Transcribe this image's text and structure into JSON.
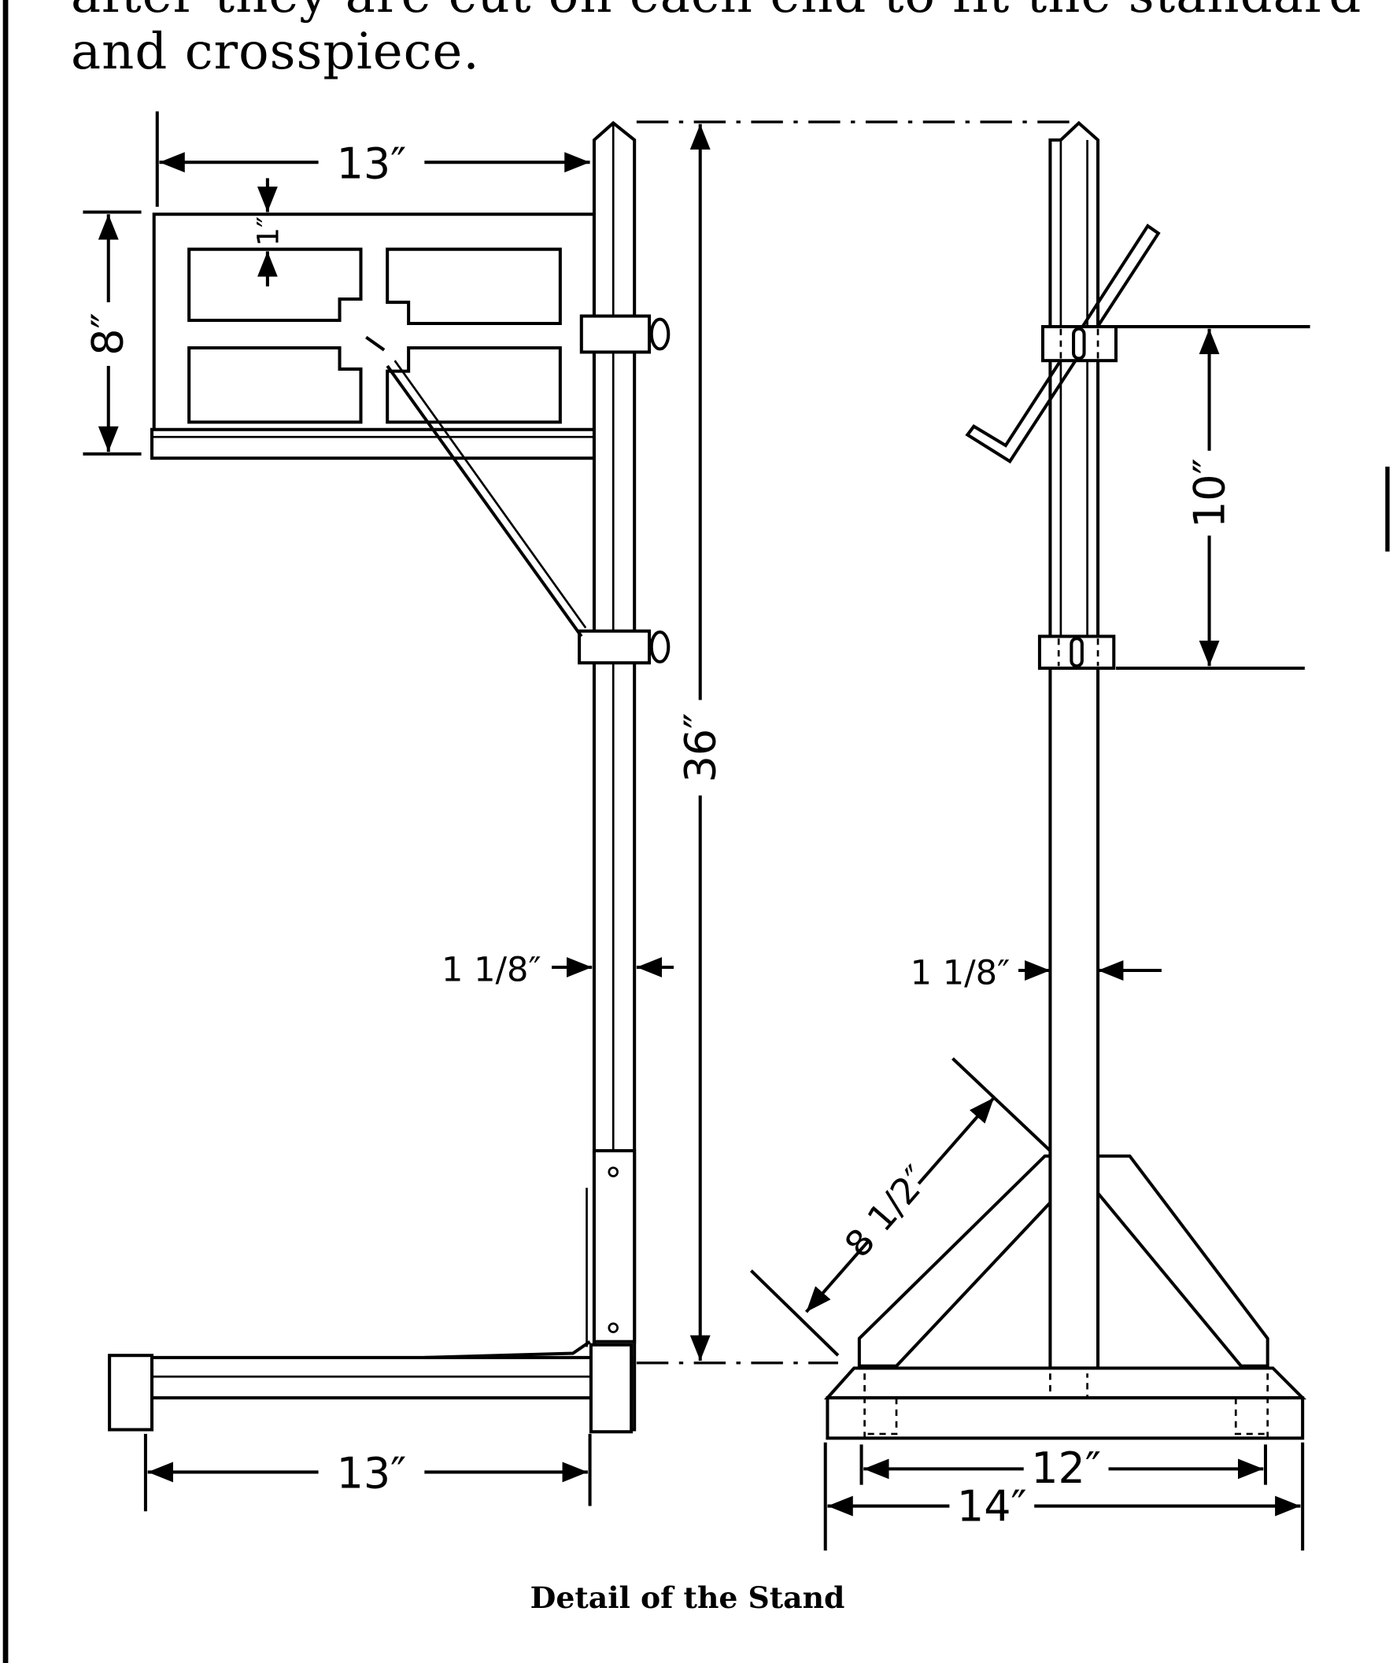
{
  "paragraph": {
    "lines": [
      "after they are cut on each end to fit the standard",
      "and crosspiece."
    ]
  },
  "figure": {
    "caption": "Detail of the Stand",
    "side_view": {
      "desk_width": "13″",
      "desk_height": "8″",
      "frame_width": "1″",
      "standard_height": "36″",
      "standard_thickness": "1 1/8″",
      "base_length": "13″"
    },
    "front_view": {
      "clamp_spacing": "10″",
      "standard_thickness": "1 1/8″",
      "leg_length": "8 1/2″",
      "foot_inner": "12″",
      "foot_outer": "14″"
    }
  }
}
